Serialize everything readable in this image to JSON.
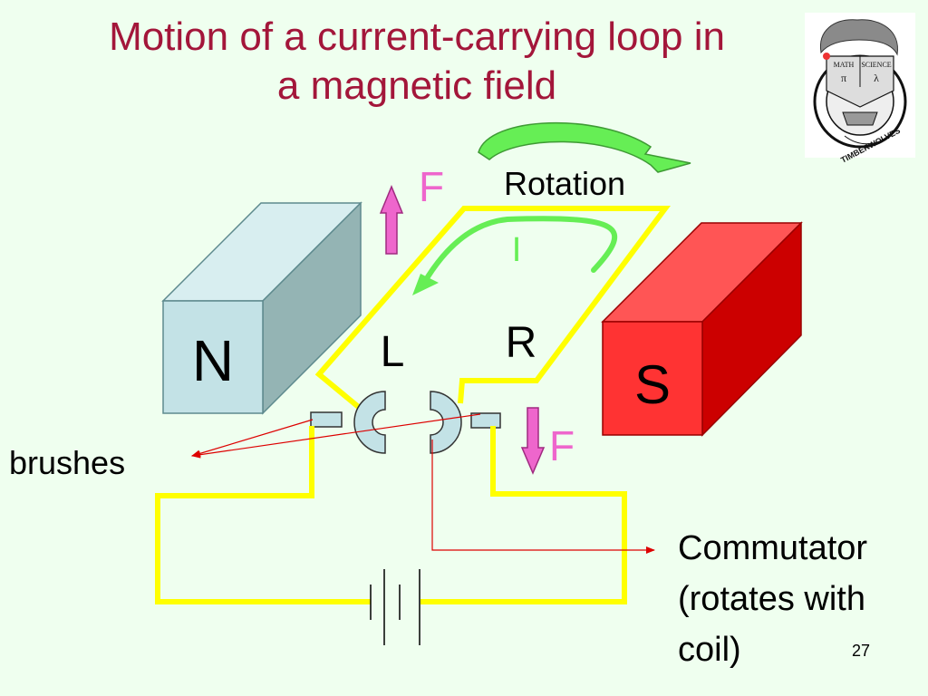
{
  "slide": {
    "title_line1": "Motion of a current-carrying loop in",
    "title_line2": "a magnetic field",
    "page_number": "27"
  },
  "diagram": {
    "north_label": "N",
    "south_label": "S",
    "left_side_label": "L",
    "right_side_label": "R",
    "current_label": "I",
    "force_label_top": "F",
    "force_label_bottom": "F",
    "rotation_label": "Rotation",
    "brushes_label": "brushes",
    "commutator_label_lines": [
      "Commutator",
      "(rotates with",
      "coil)"
    ]
  },
  "logo": {
    "icon": "timberwolves-crest-icon",
    "ring_text": "TIMBERWOLVES",
    "left_text": "MATH",
    "right_text": "SCIENCE",
    "symbols": [
      "π",
      "λ"
    ]
  },
  "colors": {
    "title": "#a3163a",
    "background": "#efffef",
    "north_magnet": "#c3e2e6",
    "south_magnet": "#ff3333",
    "wire": "#ffff00",
    "current_arrow": "#66ee55",
    "force_arrow": "#ee66cc",
    "pointer_line": "#dd0000"
  }
}
